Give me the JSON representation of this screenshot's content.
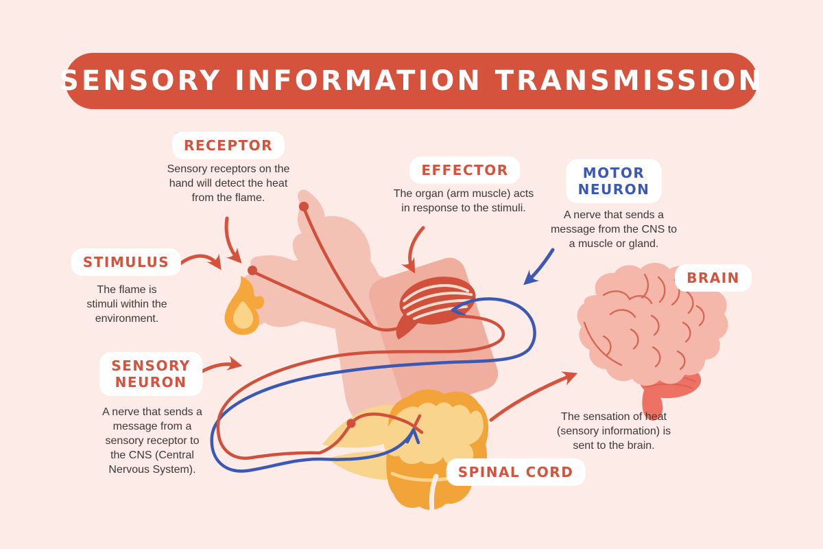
{
  "title": "SENSORY INFORMATION TRANSMISSION",
  "colors": {
    "background": "#fcebe7",
    "banner_red": "#d5523c",
    "label_red": "#d5523c",
    "label_blue": "#3b58b4",
    "body_text": "#3c3836",
    "nerve_red": "#d0503c",
    "nerve_blue": "#3b58b4",
    "arm_pink": "#f4c2b5",
    "arm_band_pink": "#f0af9e",
    "muscle_red": "#d0503c",
    "flame_orange": "#f5a73b",
    "flame_inner": "#fbd389",
    "spine_orange": "#f2a438",
    "spine_light": "#f8d48c",
    "brain_pink": "#f4b7aa",
    "brain_line": "#d66752",
    "cerebellum_red": "#ee7264"
  },
  "annotations": {
    "receptor": {
      "label": "RECEPTOR",
      "desc": "Sensory receptors on the\nhand will detect the heat\nfrom the flame."
    },
    "effector": {
      "label": "EFFECTOR",
      "desc": "The organ (arm muscle) acts\nin response to the stimuli."
    },
    "motor_neuron": {
      "label": "MOTOR\nNEURON",
      "desc": "A nerve that sends a\nmessage from the CNS to\na muscle or gland."
    },
    "stimulus": {
      "label": "STIMULUS",
      "desc": "The flame is\nstimuli within the\nenvironment."
    },
    "brain": {
      "label": "BRAIN"
    },
    "sensory_neuron": {
      "label": "SENSORY\nNEURON",
      "desc": "A nerve that sends a\nmessage from a\nsensory receptor to\nthe CNS (Central\nNervous System)."
    },
    "spinal_cord": {
      "label": "SPINAL CORD"
    },
    "sensation_note": {
      "desc": "The sensation of heat\n(sensory information) is\nsent to the brain."
    }
  },
  "illustrations": [
    "flame-icon",
    "arm-illustration",
    "muscle-illustration",
    "brain-illustration",
    "spinal-cord-illustration",
    "sensory-nerve-path",
    "motor-nerve-path"
  ]
}
